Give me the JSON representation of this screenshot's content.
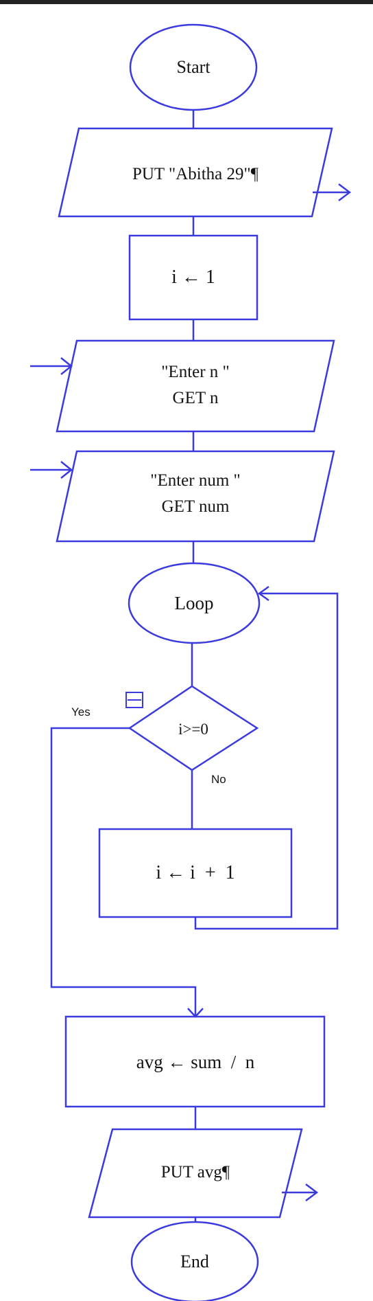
{
  "colors": {
    "stroke": "#3a3adf",
    "text": "#141414",
    "background": "#ffffff"
  },
  "nodes": {
    "start": {
      "label": "Start"
    },
    "put_name": {
      "label": "PUT \"Abitha 29\"¶"
    },
    "init_i": {
      "label": "i ← 1"
    },
    "get_n": {
      "line1": "\"Enter n \"",
      "line2": "GET n"
    },
    "get_num": {
      "line1": "\"Enter num \"",
      "line2": "GET num"
    },
    "loop": {
      "label": "Loop"
    },
    "decision": {
      "label": "i>=0",
      "yes_label": "Yes",
      "no_label": "No"
    },
    "increment": {
      "label": "i ← i  +  1"
    },
    "compute_avg": {
      "label": "avg ← sum  /  n"
    },
    "put_avg": {
      "label": "PUT avg¶"
    },
    "end": {
      "label": "End"
    }
  },
  "icons": {
    "collapse": "collapse-toggle-icon"
  }
}
